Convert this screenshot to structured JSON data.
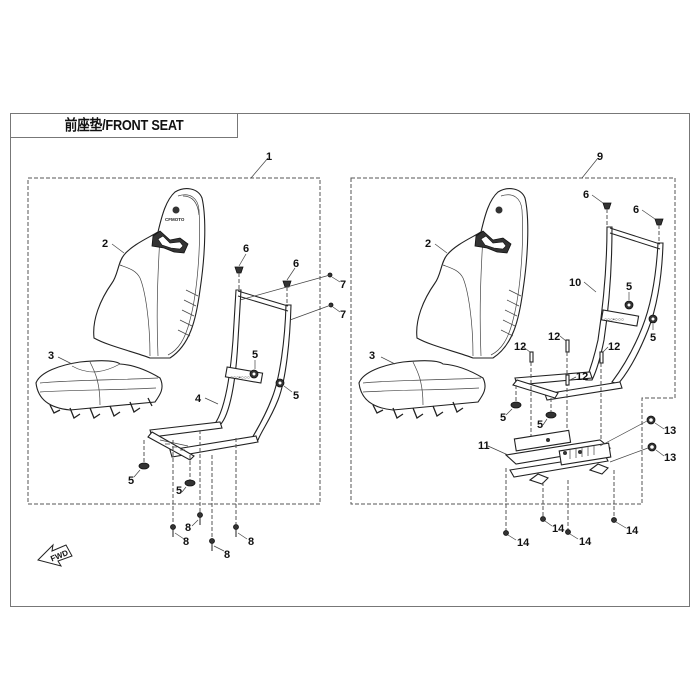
{
  "diagram": {
    "title": "前座垫/FRONT SEAT",
    "logo_text": "CFMOTO",
    "direction_label": "FWD",
    "colors": {
      "line": "#222222",
      "frame": "#777777",
      "background": "#ffffff"
    },
    "assemblies": [
      {
        "id": "left",
        "assembly_callout": "1",
        "callouts": {
          "seat_back": "2",
          "seat_cushion": "3",
          "seat_frame": "4",
          "nut_a": "5",
          "nut_b": "5",
          "nut_c": "5",
          "nut_d": "5",
          "cap_a": "6",
          "cap_b": "6",
          "bolt7_a": "7",
          "bolt7_b": "7",
          "bolt8_a": "8",
          "bolt8_b": "8",
          "bolt8_c": "8",
          "bolt8_d": "8"
        }
      },
      {
        "id": "right",
        "assembly_callout": "9",
        "callouts": {
          "seat_back": "2",
          "seat_cushion": "3",
          "seat_frame": "10",
          "slide_rail": "11",
          "nut_a": "5",
          "nut_b": "5",
          "nut_c": "5",
          "nut_d": "5",
          "cap_a": "6",
          "cap_b": "6",
          "stud_a": "12",
          "stud_b": "12",
          "stud_c": "12",
          "stud_d": "12",
          "nut13_a": "13",
          "nut13_b": "13",
          "nut14_a": "14",
          "nut14_b": "14",
          "nut14_c": "14",
          "nut14_d": "14"
        }
      }
    ]
  }
}
